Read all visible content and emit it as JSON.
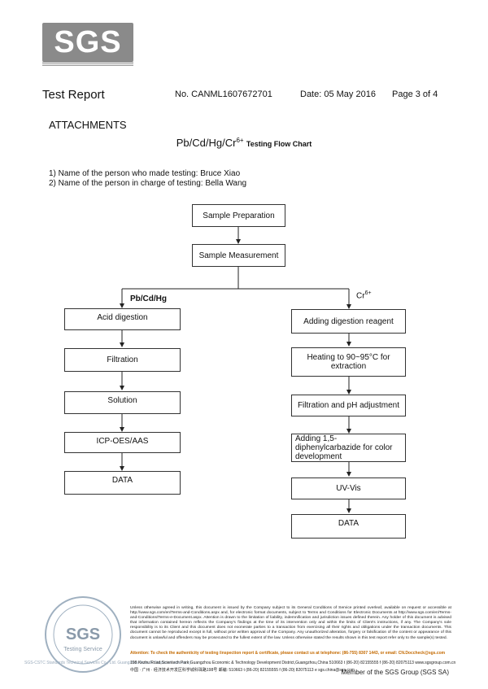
{
  "logo": {
    "text": "SGS"
  },
  "header": {
    "title": "Test Report",
    "report_no": "No. CANML1607672701",
    "date": "Date: 05 May 2016",
    "page": "Page 3 of 4"
  },
  "attachments": "ATTACHMENTS",
  "chart_title": {
    "elements": "Pb/Cd/Hg/Cr",
    "superscript": "6+",
    "suffix": "Testing Flow Chart"
  },
  "persons": {
    "line1": "1) Name of the person who made testing:  Bruce Xiao",
    "line2": "2) Name of the person in charge of testing:  Bella Wang"
  },
  "flow": {
    "sample_preparation": "Sample Preparation",
    "sample_measurement": "Sample Measurement",
    "left_branch_label": "Pb/Cd/Hg",
    "right_branch_label": "Cr",
    "right_branch_sup": "6+",
    "left_steps": [
      "Acid digestion",
      "Filtration",
      "Solution",
      "ICP-OES/AAS",
      "DATA"
    ],
    "right_steps": [
      "Adding digestion reagent",
      "Heating to 90~95°C for extraction",
      "Filtration and pH adjustment",
      "Adding 1,5- diphenylcarbazide for color development",
      "UV-Vis",
      "DATA"
    ]
  },
  "footer": {
    "terms": "Unless otherwise agreed in writing, this document is issued by the Company subject to its General Conditions of Service printed overleaf, available on request or accessible at http://www.sgs.com/en/Terms-and-Conditions.aspx and, for electronic format documents, subject to Terms and Conditions for Electronic Documents at http://www.sgs.com/en/Terms-and-Conditions/Terms-e-Document.aspx. Attention is drawn to the limitation of liability, indemnification and jurisdiction issues defined therein. Any holder of this document is advised that information contained hereon reflects the Company's findings at the time of its intervention only and within the limits of Client's instructions, if any. The Company's sole responsibility is to its Client and this document does not exonerate parties to a transaction from exercising all their rights and obligations under the transaction documents. This document cannot be reproduced except in full, without prior written approval of the Company. Any unauthorized alteration, forgery or falsification of the content or appearance of this document is unlawful and offenders may be prosecuted to the fullest extent of the law. Unless otherwise stated the results shown in this test report refer only to the sample(s) tested.",
    "attention": "Attention: To check the authenticity of testing /inspection report & certificate, please contact us at telephone: (86-755) 8307 1443, or email: CN.Doccheck@sgs.com",
    "address_en": "198 Kezhu Road,Scientech Park Guangzhou Economic & Technology Development District,Guangzhou,China   510663   t (86-20) 82155555   f (86-20) 82075113   www.sgsgroup.com.cn",
    "address_cn": "中国 · 广州 · 经济技术开发区科学城科珠路198号                                          邮编: 510663   t (86-20) 82155555   f (86-20) 82075113   e sgs.china@sgs.com",
    "member": "Member of the SGS Group (SGS SA)",
    "lab_line": "SGS-CSTC Standards Technical Services Co., Ltd. Guangzhou Branch Chemical Laboratory",
    "seal_text": "SGS",
    "seal_sub": "Testing Service"
  },
  "colors": {
    "logo_gray": "#8a8a8a",
    "attention_orange": "#c46a00"
  }
}
